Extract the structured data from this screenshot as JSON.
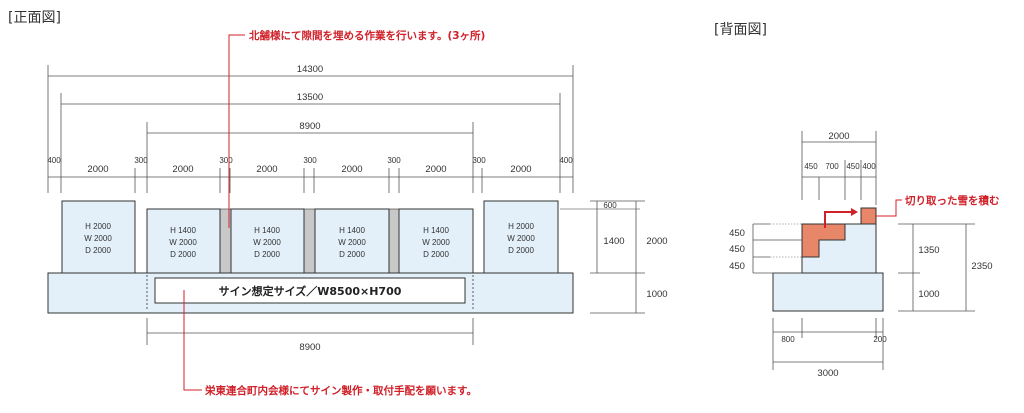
{
  "front": {
    "title": "[正面図]",
    "annotation_top": "北舗様にて隙間を埋める作業を行います。(3ヶ所)",
    "annotation_bottom": "栄東連合町内会様にてサイン製作・取付手配を願います。",
    "dim_total": "14300",
    "dim_inner": "13500",
    "dim_middle": "8900",
    "dim_bottom": "8900",
    "segments": [
      "400",
      "2000",
      "300",
      "2000",
      "300",
      "2000",
      "300",
      "2000",
      "300",
      "2000",
      "300",
      "2000",
      "400"
    ],
    "tall_block": {
      "h": "H 2000",
      "w": "W 2000",
      "d": "D 2000"
    },
    "short_block": {
      "h": "H 1400",
      "w": "W 2000",
      "d": "D 2000"
    },
    "sign": "サイン想定サイズ／W8500×H700",
    "right_dims": {
      "top": "600",
      "mid": "1400",
      "total": "2000",
      "base": "1000"
    }
  },
  "back": {
    "title": "[背面図]",
    "annotation": "切り取った雪を積む",
    "dim_top": "2000",
    "top_segments": [
      "450",
      "700",
      "450",
      "400"
    ],
    "left_steps": [
      "450",
      "450",
      "450"
    ],
    "right_dims": {
      "upper": "1350",
      "base": "1000",
      "total": "2350"
    },
    "bottom_left": "800",
    "bottom_right": "200",
    "dim_bottom": "3000"
  },
  "colors": {
    "block": "#e3f0fa",
    "gap": "#c8c8c8",
    "snow": "#e8866a",
    "annotation": "#d0212a"
  }
}
